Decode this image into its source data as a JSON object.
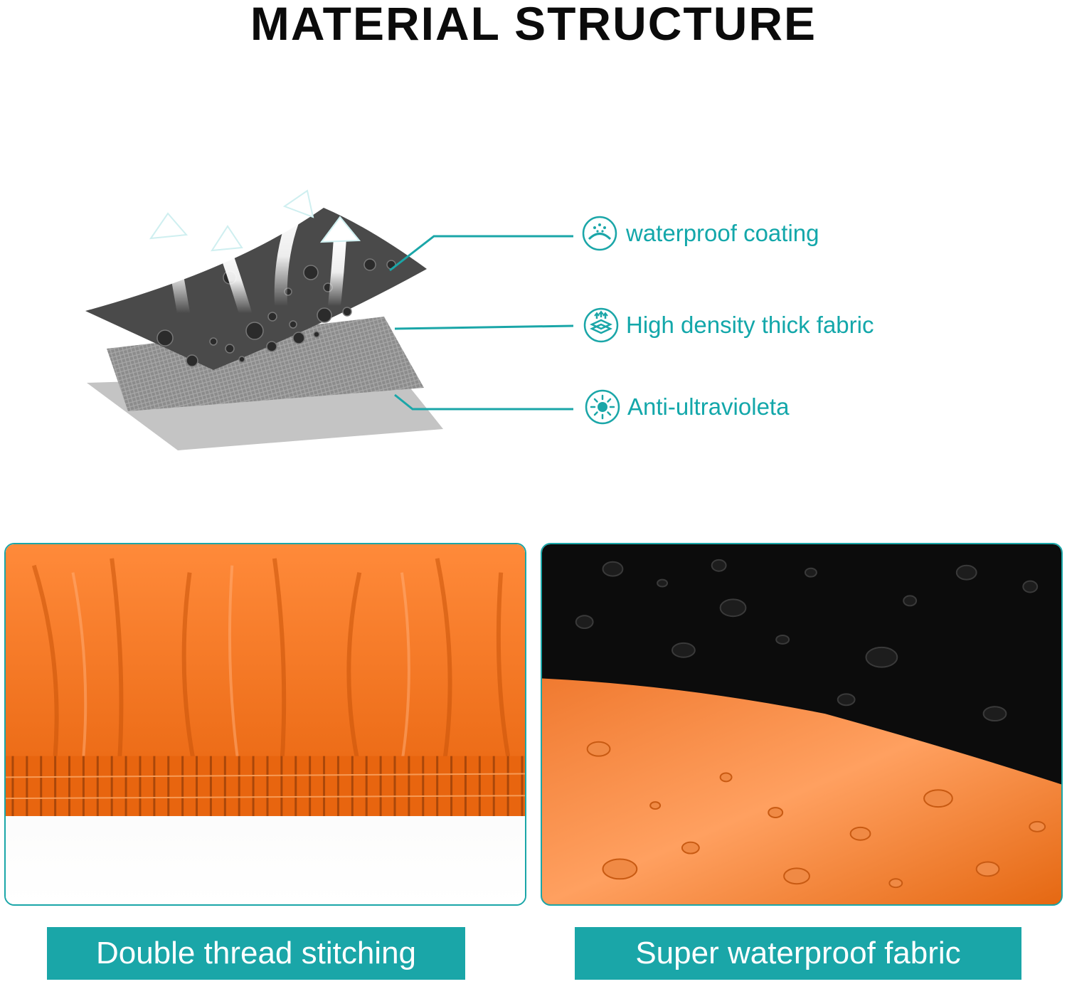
{
  "title": "MATERIAL STRUCTURE",
  "layers": [
    {
      "label": "waterproof coating",
      "icon": "rain-shield-icon"
    },
    {
      "label": "High density thick fabric",
      "icon": "layers-icon"
    },
    {
      "label": "Anti-ultravioleta",
      "icon": "sun-icon"
    }
  ],
  "features": [
    {
      "caption": "Double thread stitching"
    },
    {
      "caption": "Super waterproof fabric"
    }
  ],
  "colors": {
    "accent": "#1aa6a8",
    "label_text": "#13a7aa",
    "orange": "#f2711c",
    "dark_fabric": "#4a4a4a"
  }
}
